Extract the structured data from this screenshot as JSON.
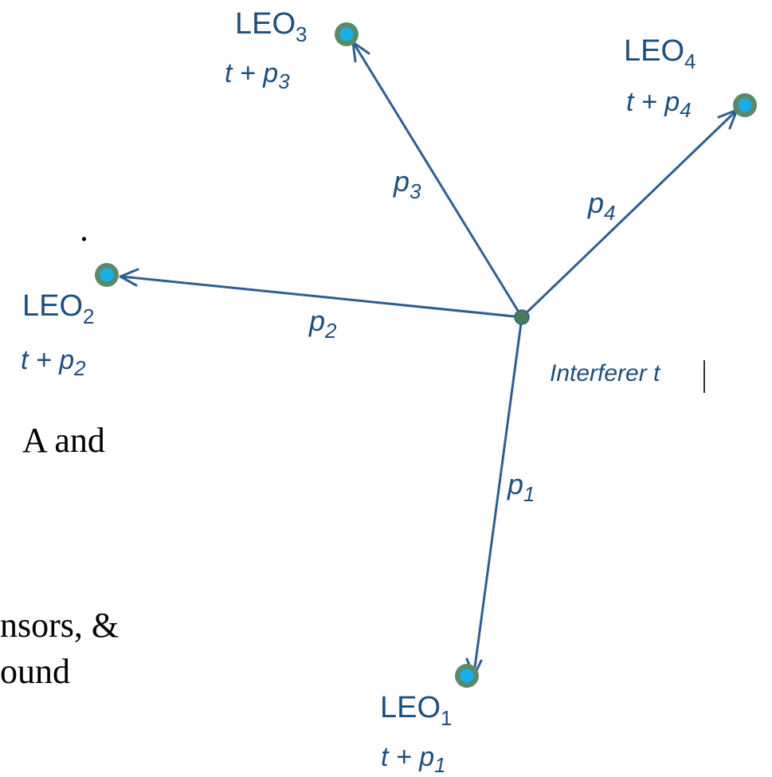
{
  "background_text": {
    "line1": ".",
    "line2": "A and",
    "line3": "nsors, &",
    "line4": "ound"
  },
  "interferer": {
    "label": "Interferer t"
  },
  "satellites": [
    {
      "name": "LEO",
      "index": "1",
      "time_prefix": "t + p",
      "time_sub": "1"
    },
    {
      "name": "LEO",
      "index": "2",
      "time_prefix": "t + p",
      "time_sub": "2"
    },
    {
      "name": "LEO",
      "index": "3",
      "time_prefix": "t + p",
      "time_sub": "3"
    },
    {
      "name": "LEO",
      "index": "4",
      "time_prefix": "t + p",
      "time_sub": "4"
    }
  ],
  "paths": [
    {
      "letter": "p",
      "sub": "1"
    },
    {
      "letter": "p",
      "sub": "2"
    },
    {
      "letter": "p",
      "sub": "3"
    },
    {
      "letter": "p",
      "sub": "4"
    }
  ],
  "colors": {
    "line": "#2f5f8f",
    "satellite_ring": "#5a8a6a",
    "satellite_core": "#1aaee8",
    "label_text": "#1f4f7a"
  }
}
